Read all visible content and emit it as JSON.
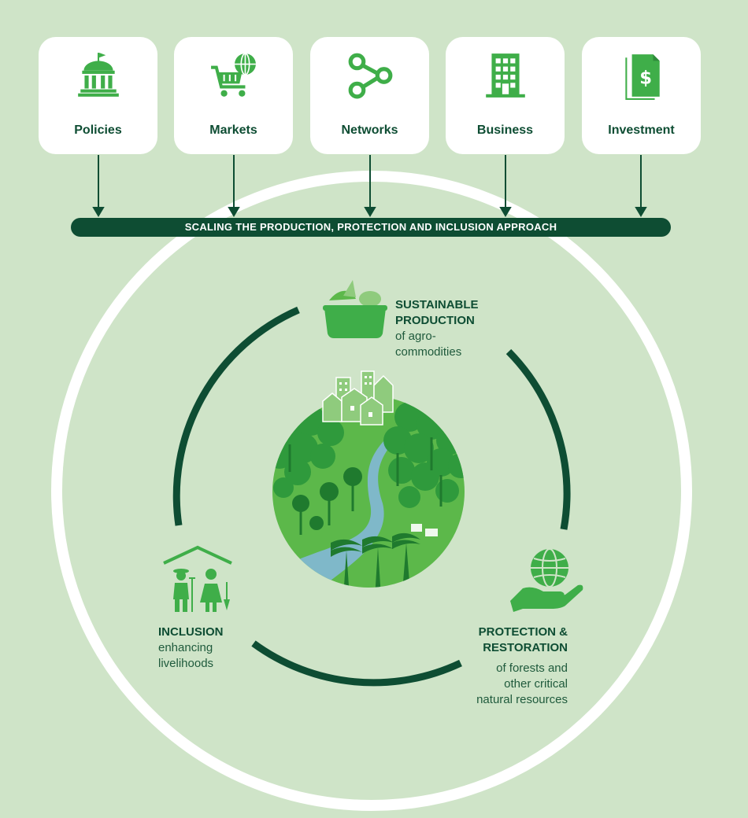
{
  "top_cards": [
    {
      "label": "Policies",
      "icon": "government-building-icon"
    },
    {
      "label": "Markets",
      "icon": "shopping-cart-globe-icon"
    },
    {
      "label": "Networks",
      "icon": "network-nodes-icon"
    },
    {
      "label": "Business",
      "icon": "office-building-icon"
    },
    {
      "label": "Investment",
      "icon": "dollar-document-icon"
    }
  ],
  "banner": {
    "text": "SCALING THE PRODUCTION, PROTECTION AND INCLUSION APPROACH"
  },
  "production": {
    "title_1": "SUSTAINABLE",
    "title_2": "PRODUCTION",
    "sub_1": "of agro-",
    "sub_2": "commodities",
    "icon": "produce-basket-icon"
  },
  "protection": {
    "title_1": "PROTECTION &",
    "title_2": "RESTORATION",
    "sub_1": "of forests and",
    "sub_2": "other critical",
    "sub_3": "natural resources",
    "icon": "hand-globe-icon"
  },
  "inclusion": {
    "title_1": "INCLUSION",
    "sub_1": "enhancing",
    "sub_2": "livelihoods",
    "icon": "farmers-shelter-icon"
  },
  "center": {
    "icon": "landscape-globe-icon"
  },
  "colors": {
    "background": "#cfe4c8",
    "dark_green": "#0e4d33",
    "icon_green": "#3fae49",
    "light_green": "#8fcb7d",
    "river": "#7fb8c9",
    "white": "#ffffff"
  }
}
